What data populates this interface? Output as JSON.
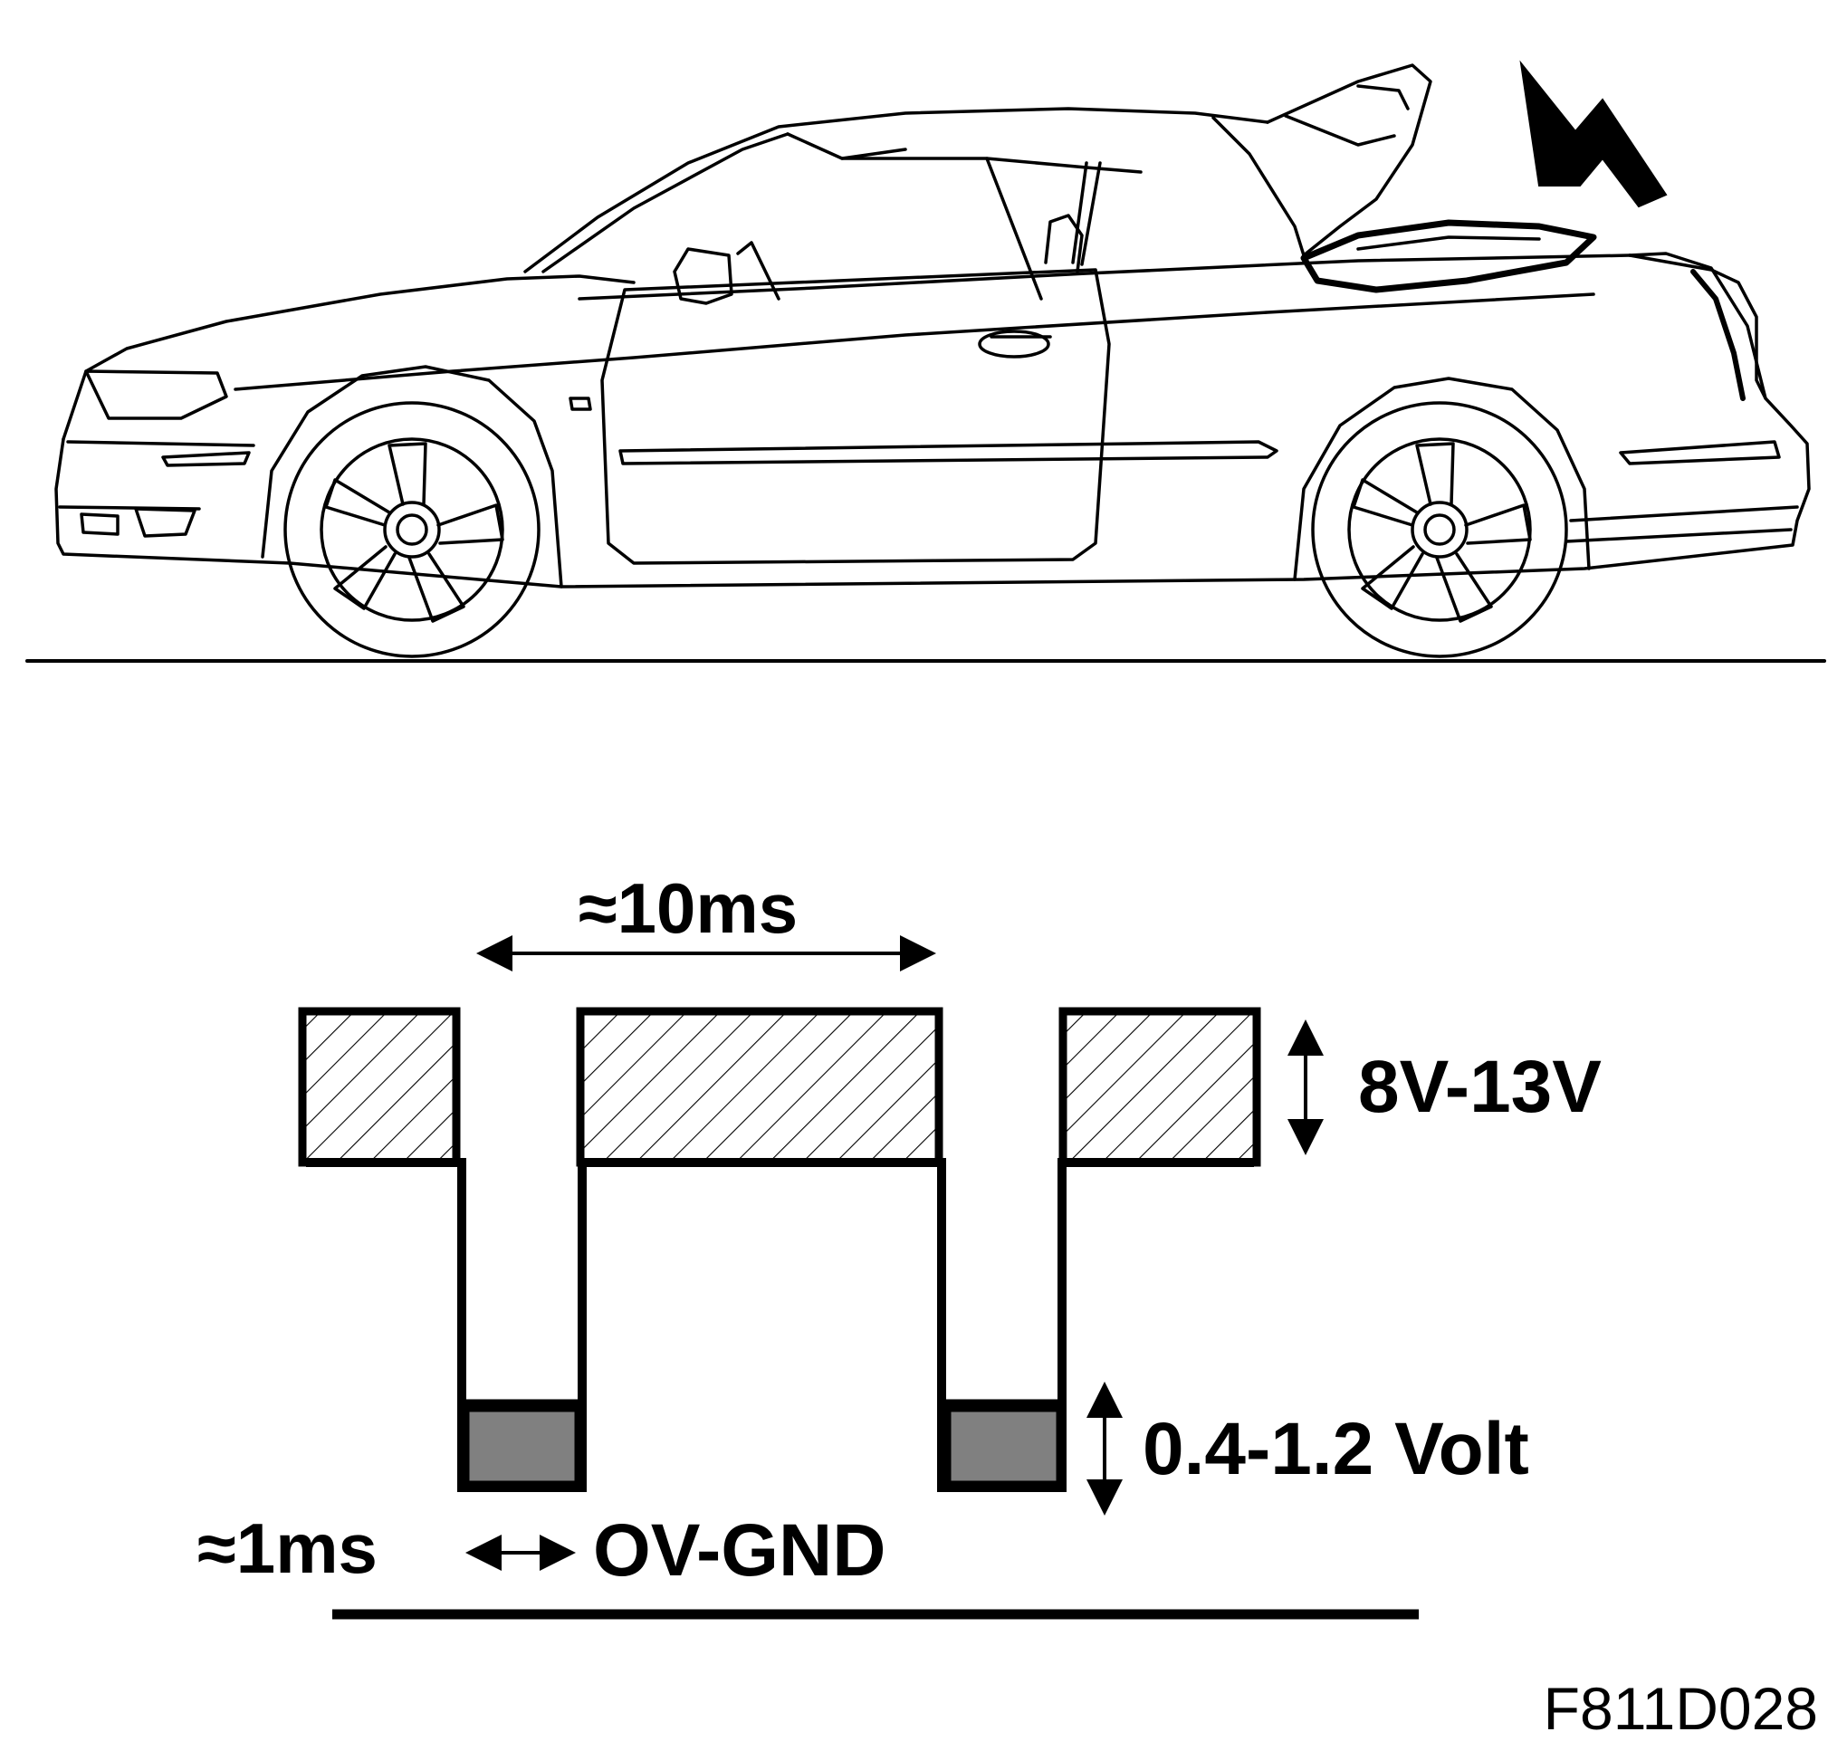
{
  "labels": {
    "period": "≈10ms",
    "high_voltage": "8V-13V",
    "low_voltage": "0.4-1.2 Volt",
    "pulse_width": "≈1ms",
    "ground": "OV-GND",
    "figure_code": "F811D028"
  },
  "colors": {
    "ink": "#000000",
    "background": "#ffffff",
    "low_fill": "#808080"
  },
  "icons": {
    "pointer": "arrow-icon"
  }
}
